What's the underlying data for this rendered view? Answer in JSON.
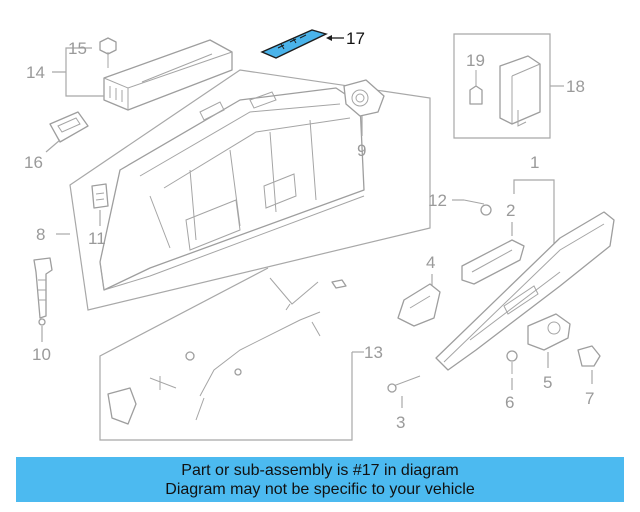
{
  "callouts": {
    "c1": "1",
    "c2": "2",
    "c3": "3",
    "c4": "4",
    "c5": "5",
    "c6": "6",
    "c7": "7",
    "c8": "8",
    "c9": "9",
    "c10": "10",
    "c11": "11",
    "c12": "12",
    "c13": "13",
    "c14": "14",
    "c15": "15",
    "c16": "16",
    "c17": "17",
    "c18": "18",
    "c19": "19"
  },
  "highlight": {
    "part": "17",
    "color": "#3aa0dc"
  },
  "banner": {
    "line1": "Part or sub-assembly is #17 in diagram",
    "line2": "Diagram may not be specific to your vehicle",
    "background": "#4cbaf0"
  }
}
